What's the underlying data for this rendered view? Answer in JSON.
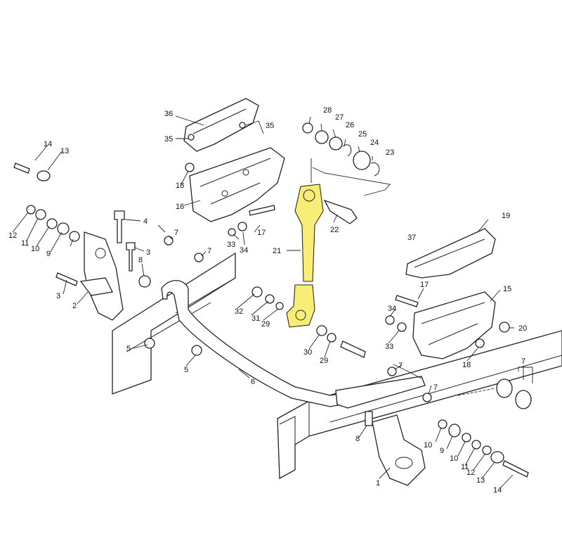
{
  "callouts": [
    {
      "id": "c1",
      "text": "1"
    },
    {
      "id": "c2",
      "text": "2"
    },
    {
      "id": "c3a",
      "text": "3"
    },
    {
      "id": "c3b",
      "text": "3"
    },
    {
      "id": "c4",
      "text": "4"
    },
    {
      "id": "c5a",
      "text": "5"
    },
    {
      "id": "c5b",
      "text": "5"
    },
    {
      "id": "c6",
      "text": "6"
    },
    {
      "id": "c7a",
      "text": "7"
    },
    {
      "id": "c7b",
      "text": "7"
    },
    {
      "id": "c7c",
      "text": "7"
    },
    {
      "id": "c7d",
      "text": "7"
    },
    {
      "id": "c7e",
      "text": "7"
    },
    {
      "id": "c8a",
      "text": "8"
    },
    {
      "id": "c8b",
      "text": "8"
    },
    {
      "id": "c9a",
      "text": "9"
    },
    {
      "id": "c9b",
      "text": "9"
    },
    {
      "id": "c10a",
      "text": "10"
    },
    {
      "id": "c10b",
      "text": "10"
    },
    {
      "id": "c10c",
      "text": "10"
    },
    {
      "id": "c11a",
      "text": "11"
    },
    {
      "id": "c11b",
      "text": "11"
    },
    {
      "id": "c12a",
      "text": "12"
    },
    {
      "id": "c12b",
      "text": "12"
    },
    {
      "id": "c13a",
      "text": "13"
    },
    {
      "id": "c13b",
      "text": "13"
    },
    {
      "id": "c14a",
      "text": "14"
    },
    {
      "id": "c14b",
      "text": "14"
    },
    {
      "id": "c15",
      "text": "15"
    },
    {
      "id": "c16",
      "text": "16"
    },
    {
      "id": "c17a",
      "text": "17"
    },
    {
      "id": "c17b",
      "text": "17"
    },
    {
      "id": "c18a",
      "text": "18"
    },
    {
      "id": "c18b",
      "text": "18"
    },
    {
      "id": "c19",
      "text": "19"
    },
    {
      "id": "c20",
      "text": "20"
    },
    {
      "id": "c21",
      "text": "21"
    },
    {
      "id": "c22",
      "text": "22"
    },
    {
      "id": "c23",
      "text": "23"
    },
    {
      "id": "c24",
      "text": "24"
    },
    {
      "id": "c25",
      "text": "25"
    },
    {
      "id": "c26",
      "text": "26"
    },
    {
      "id": "c27",
      "text": "27"
    },
    {
      "id": "c28",
      "text": "28"
    },
    {
      "id": "c29a",
      "text": "29"
    },
    {
      "id": "c29b",
      "text": "29"
    },
    {
      "id": "c30",
      "text": "30"
    },
    {
      "id": "c31",
      "text": "31"
    },
    {
      "id": "c32",
      "text": "32"
    },
    {
      "id": "c33a",
      "text": "33"
    },
    {
      "id": "c33b",
      "text": "33"
    },
    {
      "id": "c34a",
      "text": "34"
    },
    {
      "id": "c34b",
      "text": "34"
    },
    {
      "id": "c35a",
      "text": "35"
    },
    {
      "id": "c35b",
      "text": "35"
    },
    {
      "id": "c36",
      "text": "36"
    },
    {
      "id": "c37",
      "text": "37"
    }
  ],
  "colors": {
    "highlight": "#f5e84a",
    "line": "#222222"
  },
  "highlighted_part": "21"
}
